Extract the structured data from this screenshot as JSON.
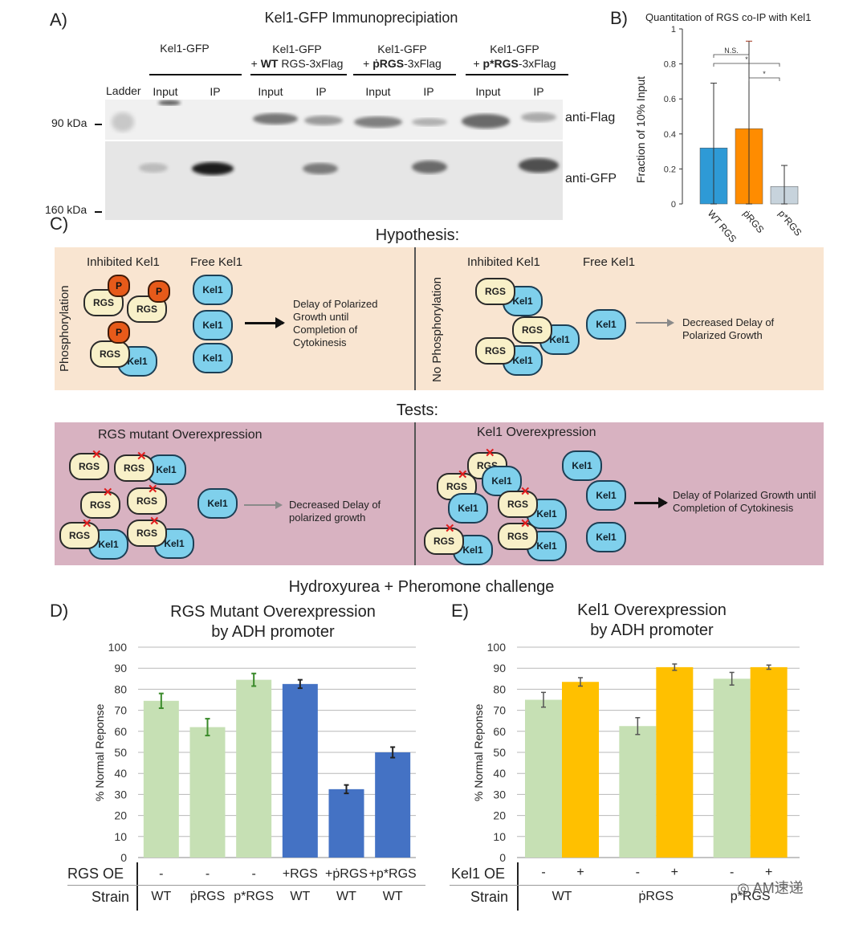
{
  "panelA": {
    "letter": "A)",
    "title": "Kel1-GFP Immunoprecipiation",
    "groups": [
      {
        "line1": "Kel1-GFP",
        "line2_bold": "",
        "line2": ""
      },
      {
        "line1": "Kel1-GFP",
        "line2_prefix": "+ ",
        "line2_bold": "WT",
        "line2": " RGS-3xFlag"
      },
      {
        "line1": "Kel1-GFP",
        "line2_prefix": "+ ",
        "line2_bold": "ṗRGS",
        "line2": "-3xFlag"
      },
      {
        "line1": "Kel1-GFP",
        "line2_prefix": "+ ",
        "line2_bold": "p*RGS",
        "line2": "-3xFlag"
      }
    ],
    "ladder": "Ladder",
    "lanes": [
      "Input",
      "IP",
      "Input",
      "IP",
      "Input",
      "IP",
      "Input",
      "IP"
    ],
    "mw_top": "90 kDa",
    "mw_bottom": "160 kDa",
    "blot_flag": "anti-Flag",
    "blot_gfp": "anti-GFP"
  },
  "panelB": {
    "letter": "B)",
    "title": "Quantitation of RGS co-IP with Kel1",
    "ylabel": "Fraction of 10% Input",
    "sig": [
      "N.S.",
      "*",
      "*"
    ]
  },
  "panelC": {
    "letter": "C)",
    "hypothesis_title": "Hypothesis:",
    "left_side": "Phosphorylation",
    "right_side": "No Phosphorylation",
    "inhibited": "Inhibited Kel1",
    "free": "Free Kel1",
    "p": "P",
    "kel": "Kel1",
    "rgs": "RGS",
    "left_outcome": "Delay of Polarized Growth until Completion of Cytokinesis",
    "right_outcome": "Decreased Delay of Polarized Growth",
    "tests_title": "Tests:",
    "test_left_title": "RGS mutant Overexpression",
    "test_left_outcome": "Decreased Delay of polarized growth",
    "test_right_title": "Kel1 Overexpression",
    "test_right_outcome": "Delay of Polarized Growth until Completion of Cytokinesis"
  },
  "challenge_title": "Hydroxyurea + Pheromone challenge",
  "panelD": {
    "letter": "D)",
    "title1": "RGS Mutant Overexpression",
    "title2": "by ADH promoter",
    "ylabel": "% Normal Reponse",
    "row1_label": "RGS OE",
    "row2_label": "Strain",
    "row1": [
      "-",
      "-",
      "-",
      "+RGS",
      "+ṗRGS",
      "+p*RGS"
    ],
    "row2": [
      "WT",
      "ṗRGS",
      "p*RGS",
      "WT",
      "WT",
      "WT"
    ]
  },
  "panelE": {
    "letter": "E)",
    "title1": "Kel1 Overexpression",
    "title2": "by ADH promoter",
    "ylabel": "% Normal Reponse",
    "row1_label": "Kel1 OE",
    "row2_label": "Strain",
    "row1": [
      "-",
      "+",
      "-",
      "+",
      "-",
      "+"
    ],
    "row2": [
      "WT",
      "ṗRGS",
      "p*RGS"
    ]
  },
  "watermark": "AM速递",
  "colors": {
    "blue": "#2e9ad6",
    "orange": "#ff8c00",
    "grey": "#c7d3dc",
    "green": "#c6e0b4",
    "darkblue": "#4472c4",
    "yellow": "#ffc000",
    "hyp_bg": "#f9e5d1",
    "test_bg": "#d8b2c1"
  },
  "chart_data": [
    {
      "type": "bar",
      "title": "Quantitation of RGS co-IP with Kel1",
      "ylabel": "Fraction of 10% Input",
      "categories": [
        "WT RGS",
        "ṗRGS",
        "p*RGS"
      ],
      "values": [
        0.32,
        0.43,
        0.1
      ],
      "errors": [
        0.37,
        0.5,
        0.12
      ],
      "ylim": [
        0,
        1
      ],
      "yticks": [
        0,
        0.2,
        0.4,
        0.6,
        0.8,
        1
      ]
    },
    {
      "type": "bar",
      "title": "RGS Mutant Overexpression by ADH promoter",
      "ylabel": "% Normal Reponse",
      "categories": [
        "WT -",
        "ṗRGS -",
        "p*RGS -",
        "WT +RGS",
        "WT +ṗRGS",
        "WT +p*RGS"
      ],
      "values": [
        74.5,
        62,
        84.5,
        82.5,
        32.5,
        50
      ],
      "errors": [
        3.5,
        4,
        3,
        2,
        2,
        2.5
      ],
      "ylim": [
        0,
        100
      ],
      "yticks": [
        0,
        10,
        20,
        30,
        40,
        50,
        60,
        70,
        80,
        90,
        100
      ]
    },
    {
      "type": "bar",
      "title": "Kel1 Overexpression by ADH promoter",
      "ylabel": "% Normal Reponse",
      "categories": [
        "WT",
        "ṗRGS",
        "p*RGS"
      ],
      "series": [
        {
          "values": [
            75,
            62.5,
            85
          ]
        },
        {
          "values": [
            83.5,
            90.5,
            90.5
          ]
        }
      ],
      "errors": [
        [
          3.5,
          4,
          3
        ],
        [
          2,
          1.5,
          1
        ]
      ],
      "ylim": [
        0,
        100
      ],
      "yticks": [
        0,
        10,
        20,
        30,
        40,
        50,
        60,
        70,
        80,
        90,
        100
      ]
    }
  ]
}
